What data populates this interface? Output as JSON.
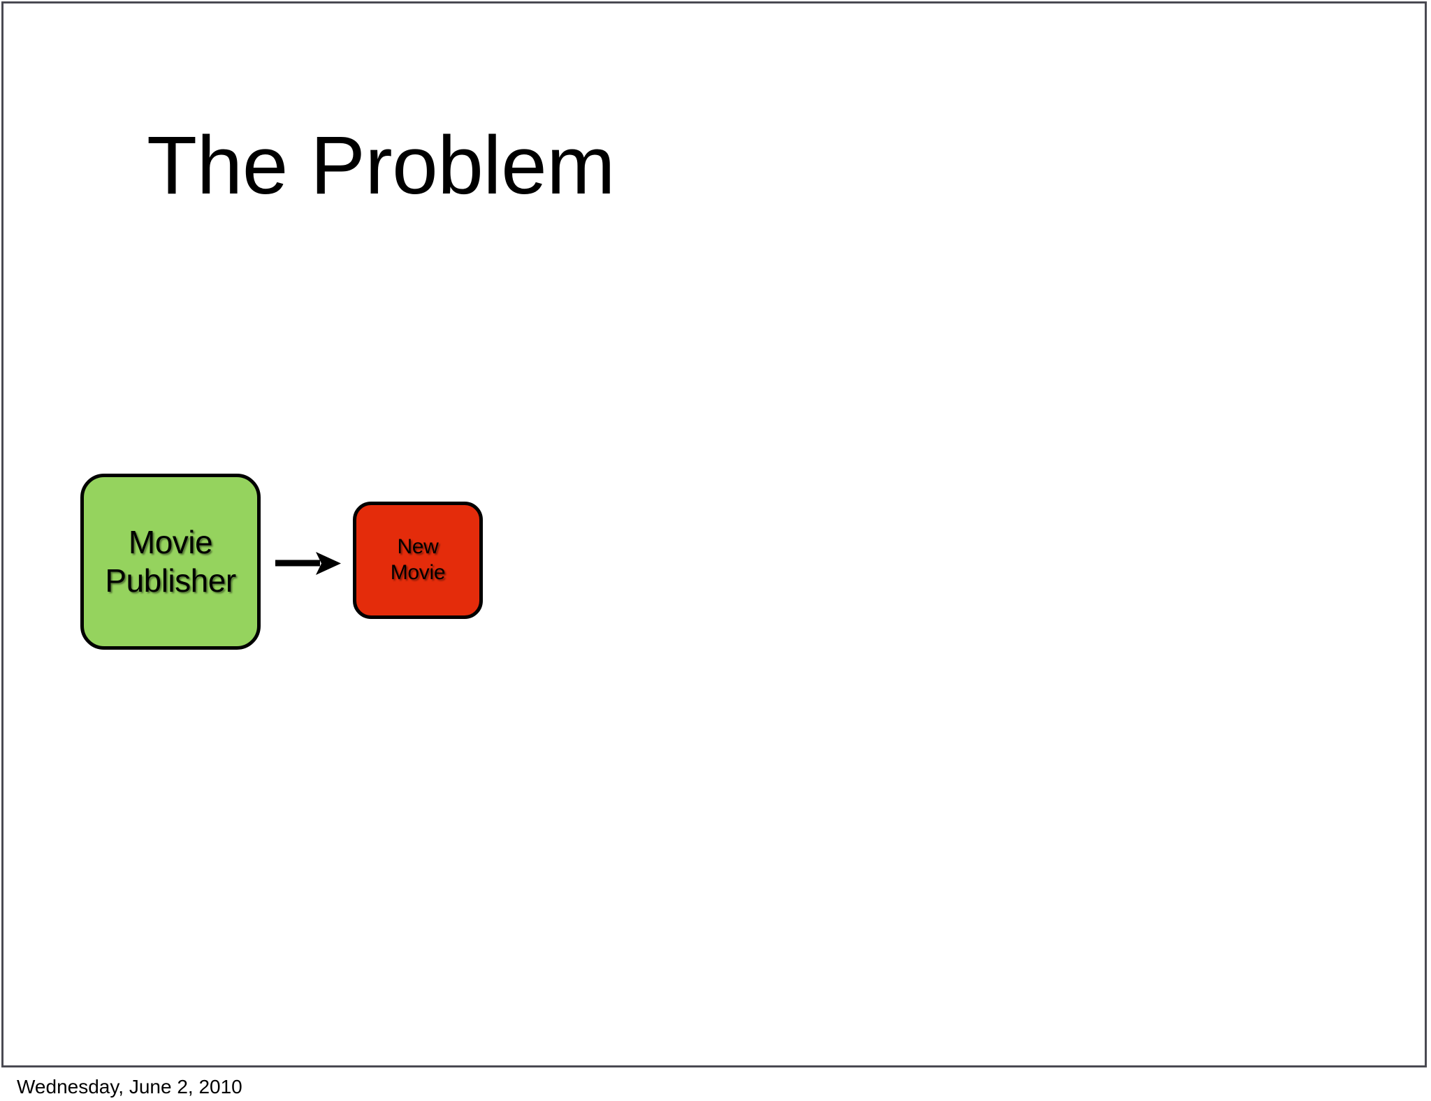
{
  "slide": {
    "title": "The Problem",
    "background_color": "#ffffff",
    "border_color": "#4a4a52"
  },
  "diagram": {
    "type": "flow",
    "nodes": [
      {
        "id": "movie-publisher",
        "lines": [
          "Movie",
          "Publisher"
        ],
        "line1": "Movie",
        "line2": "Publisher",
        "fill_color": "#95d35e",
        "border_color": "#000000",
        "shape": "rounded-rectangle"
      },
      {
        "id": "new-movie",
        "lines": [
          "New",
          "Movie"
        ],
        "line1": "New",
        "line2": "Movie",
        "fill_color": "#e42c0b",
        "border_color": "#000000",
        "shape": "rounded-rectangle"
      }
    ],
    "edges": [
      {
        "id": "publisher-to-movie",
        "from": "movie-publisher",
        "to": "new-movie",
        "label": "",
        "color": "#000000",
        "direction": "right"
      }
    ]
  },
  "footer": {
    "date": "Wednesday, June 2, 2010"
  }
}
